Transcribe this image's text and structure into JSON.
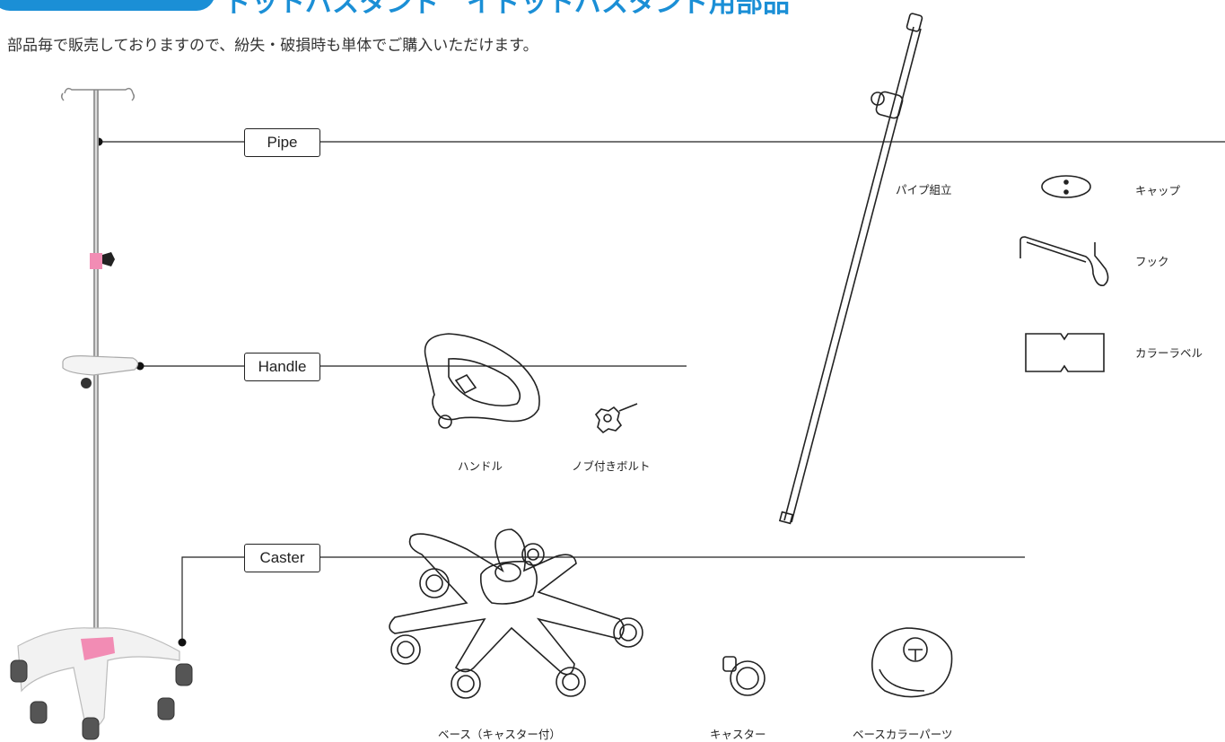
{
  "header": {
    "title": "ドットバスタンド　イドットバスタンド用部品",
    "subtitle": "部品毎で販売しておりますので、紛失・破損時も単体でご購入いただけます。",
    "accent_color": "#1b8fd6"
  },
  "callouts": {
    "pipe": "Pipe",
    "handle": "Handle",
    "caster": "Caster"
  },
  "parts": {
    "pipe_assembly": "パイプ組立",
    "cap": "キャップ",
    "hook": "フック",
    "color_label": "カラーラベル",
    "handle": "ハンドル",
    "knob_bolt": "ノブ付きボルト",
    "base_with_casters": "ベース（キャスター付）",
    "caster": "キャスター",
    "base_color_parts": "ベースカラーパーツ"
  },
  "colors": {
    "pink_accent": "#f28cb4",
    "line": "#222222"
  }
}
